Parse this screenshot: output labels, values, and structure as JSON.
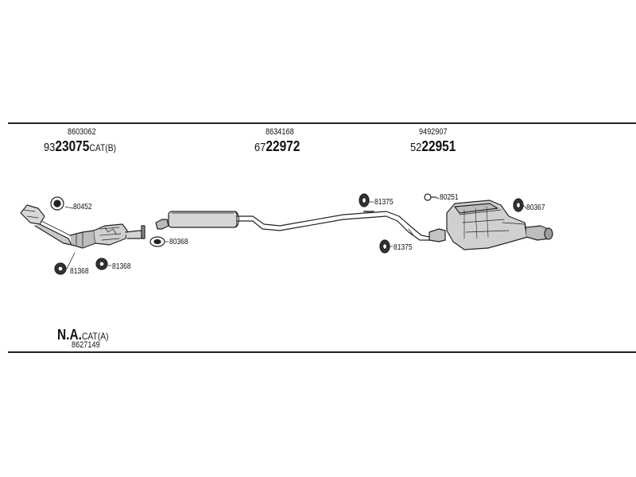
{
  "groups": [
    {
      "oe": "8603062",
      "pre": "93",
      "main": "23075",
      "suffix": "CAT(B)"
    },
    {
      "oe": "8634168",
      "pre": "67",
      "main": "22972",
      "suffix": ""
    },
    {
      "oe": "9492907",
      "pre": "52",
      "main": "22951",
      "suffix": ""
    }
  ],
  "parts": [
    {
      "label": "80452"
    },
    {
      "label": "80368"
    },
    {
      "label": "81368"
    },
    {
      "label": "81368"
    },
    {
      "label": "81375"
    },
    {
      "label": "81375"
    },
    {
      "label": "80251"
    },
    {
      "label": "80367"
    }
  ],
  "footer": {
    "main": "N.A.",
    "suffix": "CAT(A)",
    "oe": "8627149"
  }
}
